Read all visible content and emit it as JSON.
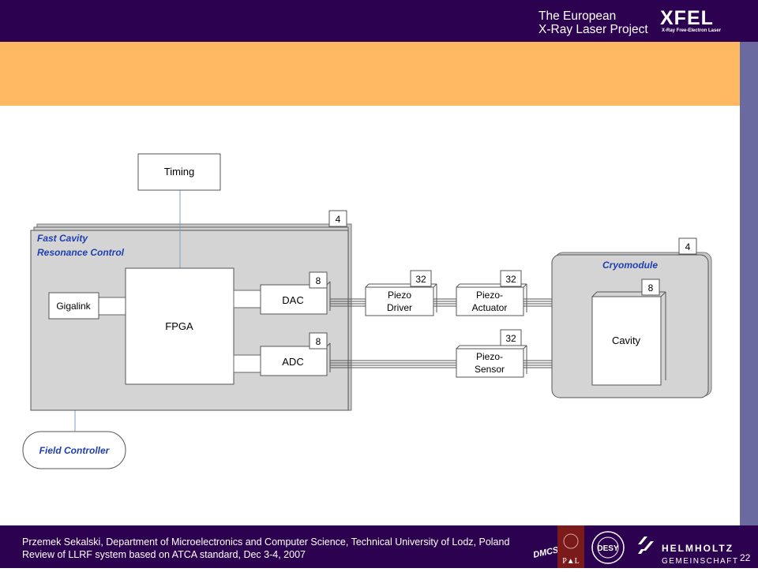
{
  "header": {
    "title_line1": "The European",
    "title_line2": "X-Ray Laser Project",
    "logo_text": "XFEL",
    "logo_subtitle": "X-Ray Free-Electron Laser"
  },
  "diagram": {
    "timing": "Timing",
    "fcrc_line1": "Fast Cavity",
    "fcrc_line2": "Resonance Control",
    "fcrc_count": "4",
    "gigalink": "Gigalink",
    "fpga": "FPGA",
    "dac": "DAC",
    "dac_count": "8",
    "adc": "ADC",
    "adc_count": "8",
    "piezo_driver_line1": "Piezo",
    "piezo_driver_line2": "Driver",
    "piezo_driver_count": "32",
    "piezo_actuator_line1": "Piezo-",
    "piezo_actuator_line2": "Actuator",
    "piezo_actuator_count": "32",
    "piezo_sensor_line1": "Piezo-",
    "piezo_sensor_line2": "Sensor",
    "piezo_sensor_count": "32",
    "cryomodule": "Cryomodule",
    "cryomodule_count": "4",
    "cavity": "Cavity",
    "cavity_count": "8",
    "field_controller": "Field Controller"
  },
  "footer": {
    "line1": "Przemek Sekalski, Department of Microelectronics and Computer Science, Technical University of Lodz, Poland",
    "line2": "Review of LLRF system based on ATCA standard, Dec 3-4, 2007",
    "page_number": "22",
    "dmcs_logo_text": "DMCS",
    "pl_logo_text": "P▲L",
    "desy_logo_text": "DESY",
    "helmholtz_name": "HELMHOLTZ",
    "helmholtz_sub": "GEMEINSCHAFT"
  },
  "colors": {
    "header_bg": "#2c0250",
    "orange_band": "#fdb861",
    "right_bar": "#6a6aa0",
    "diagram_label_blue": "#1f3fb0"
  }
}
